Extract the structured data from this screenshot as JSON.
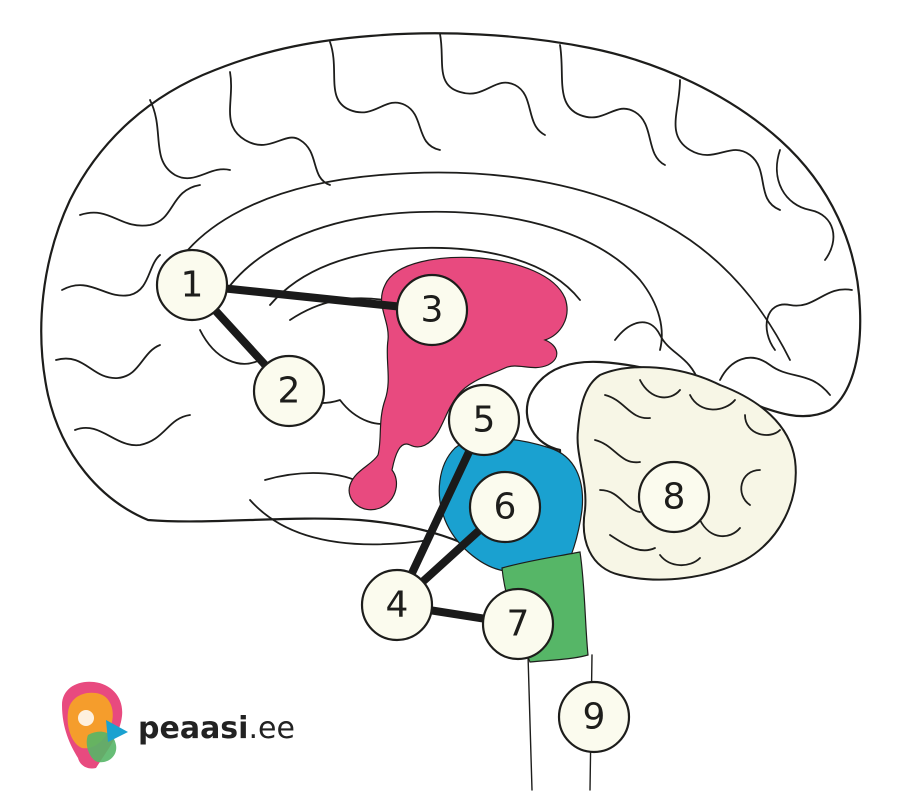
{
  "colors": {
    "region_3": "#e84a7f",
    "region_5_6": "#1aa1d0",
    "region_7": "#56b667",
    "region_8": "#f7f6e6",
    "marker_fill": "#fbfbee",
    "connector": "#1a1a1a"
  },
  "markers": [
    {
      "id": "1",
      "label": "1"
    },
    {
      "id": "2",
      "label": "2"
    },
    {
      "id": "3",
      "label": "3"
    },
    {
      "id": "4",
      "label": "4"
    },
    {
      "id": "5",
      "label": "5"
    },
    {
      "id": "6",
      "label": "6"
    },
    {
      "id": "7",
      "label": "7"
    },
    {
      "id": "8",
      "label": "8"
    },
    {
      "id": "9",
      "label": "9"
    }
  ],
  "logo": {
    "name_bold": "peaasi",
    "name_suffix": ".ee"
  }
}
